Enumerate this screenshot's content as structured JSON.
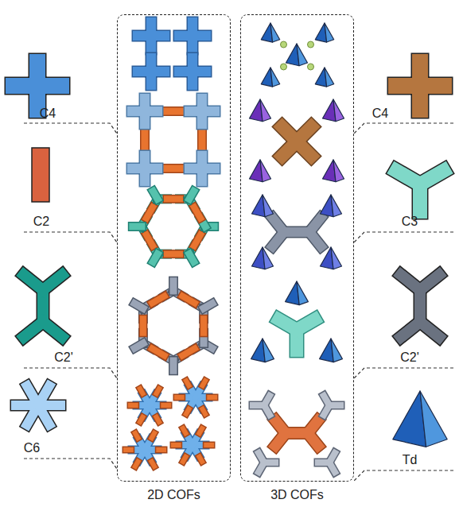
{
  "diagram": {
    "nodes": [
      {
        "text": [
          "2D COFs"
        ]
      },
      {
        "text": [
          "3D COFs"
        ]
      }
    ],
    "labels": [
      "C4",
      "C2",
      "C2'",
      "C6",
      "C4",
      "C3",
      "C2'",
      "Td"
    ]
  }
}
